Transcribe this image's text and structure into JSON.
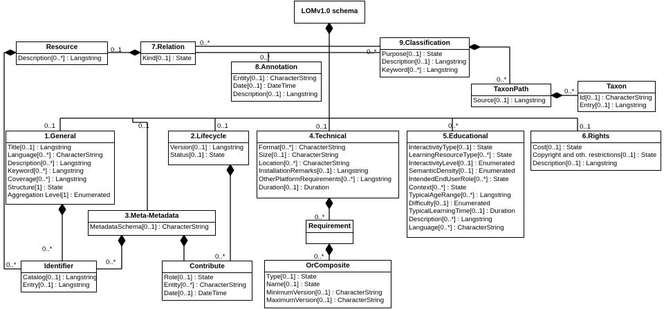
{
  "root": {
    "title": "LOMv1.0 schema"
  },
  "classes": {
    "resource": {
      "title": "Resource",
      "attrs": [
        "Description[0..*] : Langstring"
      ]
    },
    "relation": {
      "title": "7.Relation",
      "attrs": [
        "Kind[0..1] : State"
      ]
    },
    "annotation": {
      "title": "8.Annotation",
      "attrs": [
        "Entity[0..1] : CharacterString",
        "Date[0..1] : DateTime",
        "Description[0..1] : Langstring"
      ]
    },
    "classification": {
      "title": "9.Classification",
      "attrs": [
        "Purpose[0..1] : State",
        "Description[0..1] : Langstring",
        "Keyword[0..*] : Langstring"
      ]
    },
    "taxonpath": {
      "title": "TaxonPath",
      "attrs": [
        "Source[0..1] : Langstring"
      ]
    },
    "taxon": {
      "title": "Taxon",
      "attrs": [
        "Id[0..1] : CharacterString",
        "Entry[0..1] : Langstring"
      ]
    },
    "general": {
      "title": "1.General",
      "attrs": [
        "Title[0..1] : Langstring",
        "Language[0..*] : CharacterString",
        "Description[0..*] : Langstring",
        "Keyword[0..*] : Langstring",
        "Coverage[0..*] : Langstring",
        "Structure[1] : State",
        "Aggregation Level[1] : Enumerated"
      ]
    },
    "lifecycle": {
      "title": "2.Lifecycle",
      "attrs": [
        "Version[0..1] : Langstring",
        "Status[0..1] : State"
      ]
    },
    "technical": {
      "title": "4.Technical",
      "attrs": [
        "Format[0..*] : CharacterString",
        "Size[0..1] : CharacterString",
        "Location[0..*] : CharacterString",
        "InstallationRemarks[0..1] : Langstring",
        "OtherPlatformRequirements[0..*] : Langstring",
        "Duration[0..1] : Duration"
      ]
    },
    "educational": {
      "title": "5.Educational",
      "attrs": [
        "InteractivityType[0..1] : State",
        "LearningResourceType[0..*] : State",
        "InteractivityLevel[0..1] : Enumerated",
        "SemanticDensity[0..1] : Enumerated",
        "IntendedEndUserRole[0..*] : State",
        "Context[0..*] : State",
        "TypicalAgeRange[0..*] : Langstring",
        "Difficulty[0..1] : Enumerated",
        "TypicalLearningTime[0..1] : Duration",
        "Description[0..*] : Langstring",
        "Language[0..*] : CharacterString"
      ]
    },
    "rights": {
      "title": "6.Rights",
      "attrs": [
        "Cost[0..1] : State",
        "Copyright and oth. restrictions[0..1] : State",
        "Description[0..1] : Langstring"
      ]
    },
    "metametadata": {
      "title": "3.Meta-Metadata",
      "attrs": [
        "MetadataSchema[0..1] : CharacterString"
      ]
    },
    "identifier": {
      "title": "Identifier",
      "attrs": [
        "Catalog[0..1] : Langstring",
        "Entry[0..1] : Langstring"
      ]
    },
    "contribute": {
      "title": "Contribute",
      "attrs": [
        "Role[0..1] : State",
        "Entity[0..*] : CharacterString",
        "Date[0..1] : DateTime"
      ]
    },
    "requirement": {
      "title": "Requirement",
      "attrs": []
    },
    "orcomposite": {
      "title": "OrComposite",
      "attrs": [
        "Type[0..1] : State",
        "Name[0..1] : State",
        "MinimumVersion[0..1] : CharacterString",
        "MaximumVersion[0..1] : CharacterString"
      ]
    }
  },
  "multiplicities": {
    "resource_relation": "0..1",
    "relation_top": "0..*",
    "annotation": "0..*",
    "classification": "0..*",
    "taxonpath": "0..*",
    "taxon": "0..*",
    "general": "0..1",
    "metametadata": "0..1",
    "lifecycle": "0..1",
    "technical": "0..1",
    "educational": "0..*",
    "rights": "0..1",
    "identifier_general": "0..*",
    "identifier_left": "0..*",
    "identifier_meta": "0..*",
    "contribute": "0..*",
    "requirement": "0..*",
    "orcomposite": "0..*"
  }
}
